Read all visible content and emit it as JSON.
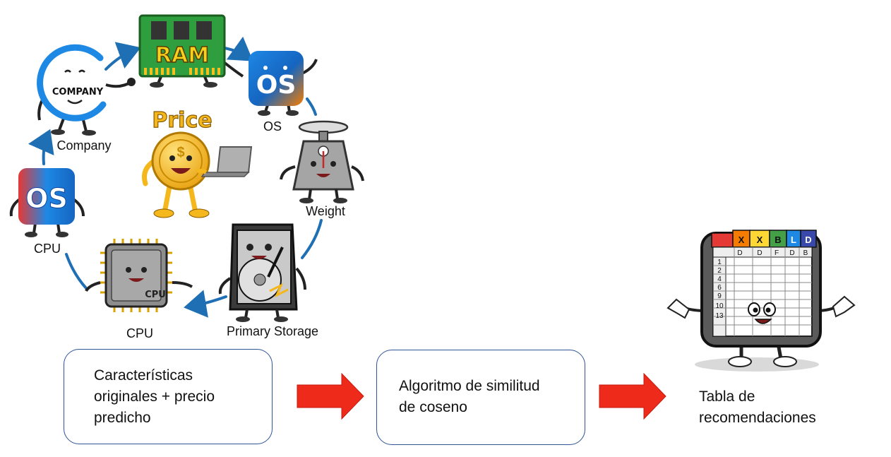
{
  "cycle": {
    "node_labels": {
      "company": "Company",
      "os": "OS",
      "weight": "Weight",
      "primary_storage": "Primary Storage",
      "cpu_bottom": "CPU",
      "cpu_left": "CPU"
    },
    "icon_texts": {
      "company_logo": "COMPANY",
      "ram_chip": "RAM",
      "os_top": "OS",
      "os_left": "OS",
      "price_title": "Price",
      "cpu_chip": "CPU"
    }
  },
  "pipeline": {
    "step1": {
      "lines": [
        "Características",
        "originales + precio",
        "predicho"
      ]
    },
    "step2": {
      "lines": [
        "Algoritmo de similitud",
        "de coseno"
      ]
    },
    "result": {
      "lines": [
        "Tabla de",
        "recomendaciones"
      ]
    }
  },
  "spreadsheet": {
    "tabs": [
      "X",
      "X",
      "B",
      "L",
      "D"
    ],
    "column_headers": [
      "D",
      "D",
      "F",
      "D",
      "B"
    ],
    "row_numbers": [
      "1",
      "2",
      "4",
      "6",
      "9",
      "10",
      "13"
    ]
  },
  "colors": {
    "cycle_arrow": "#1f6fb5",
    "process_arrow": "#ee2a1b",
    "box_border": "#2f5597",
    "coin": "#f4b71c",
    "ram_green": "#2e9e3f",
    "os_blue": "#1e88e5",
    "os_orange": "#f57c00",
    "chip_gray": "#8d8d8d",
    "tab_colors": [
      "#e53935",
      "#f57c00",
      "#fdd835",
      "#43a047",
      "#1e88e5",
      "#3949ab"
    ]
  }
}
